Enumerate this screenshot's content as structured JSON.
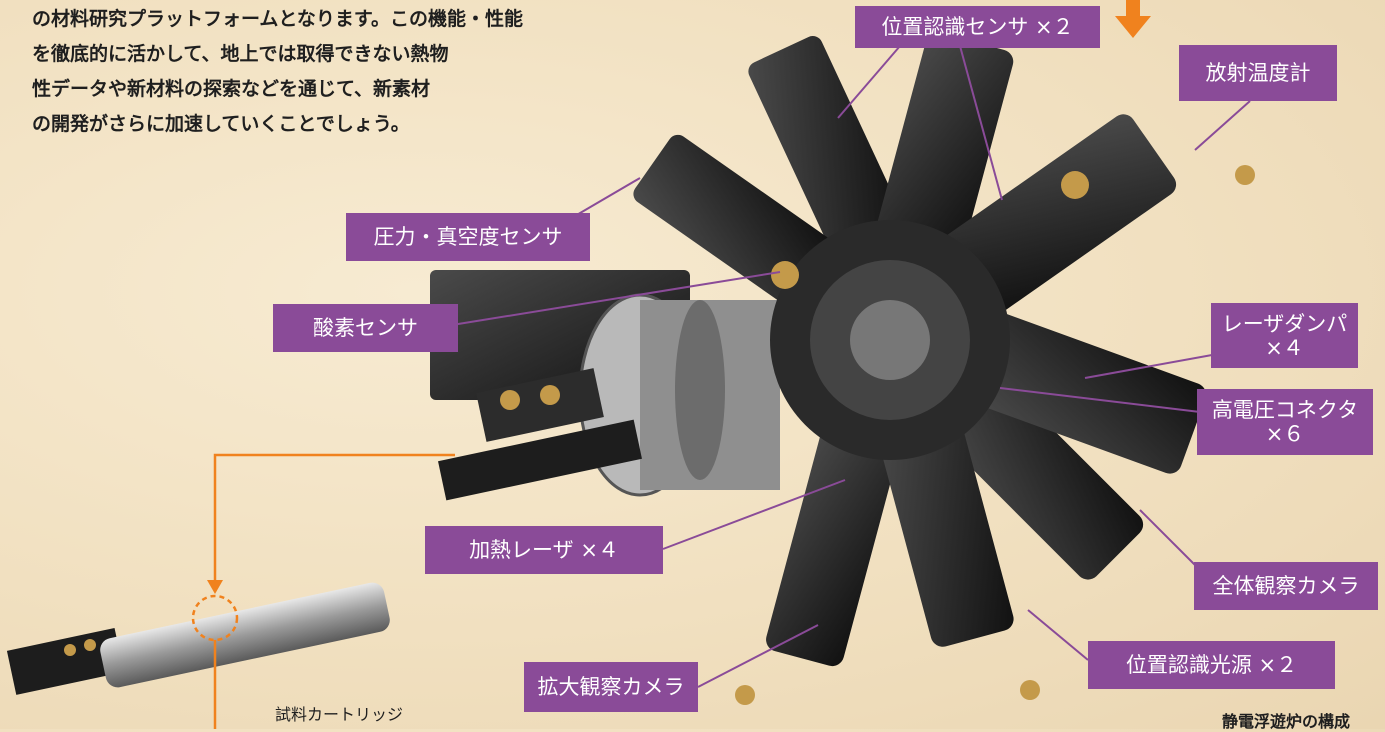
{
  "intro": {
    "lines": [
      "の材料研究プラットフォームとなります。この機能・性能",
      "を徹底的に活かして、地上では取得できない熱物",
      "性データや新材料の探索などを通じて、新素材",
      "の開発がさらに加速していくことでしょう。"
    ]
  },
  "labels": {
    "position_sensor": "位置認識センサ ×２",
    "radiation_thermometer": "放射温度計",
    "pressure_vacuum_sensor": "圧力・真空度センサ",
    "oxygen_sensor": "酸素センサ",
    "laser_damper_line1": "レーザダンパ",
    "laser_damper_line2": "×４",
    "hv_connector_line1": "高電圧コネクタ",
    "hv_connector_line2": "×６",
    "heating_laser": "加熱レーザ ×４",
    "overall_camera": "全体観察カメラ",
    "magnifying_camera": "拡大観察カメラ",
    "position_light_source": "位置認識光源 ×２"
  },
  "captions": {
    "sample_cartridge": "試料カートリッジ",
    "furnace_structure": "静電浮遊炉の構成"
  },
  "colors": {
    "label_bg": "#8a4b98",
    "accent_orange": "#f0821e",
    "leader_line": "#8a4b98",
    "background": "#f1e0c0"
  },
  "icons": {
    "arrow": "down-arrow-icon"
  }
}
